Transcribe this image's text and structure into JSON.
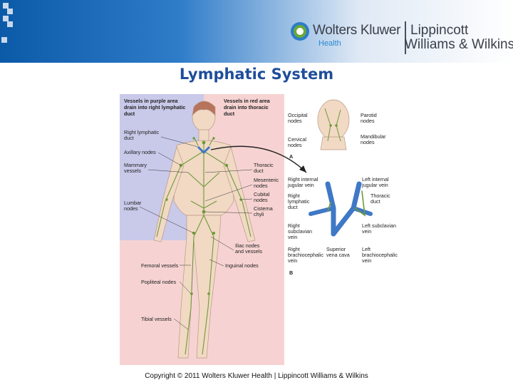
{
  "header": {
    "publisher": "Wolters Kluwer",
    "division": "Health",
    "imprint_line1": "Lippincott",
    "imprint_line2": "Williams & Wilkins",
    "colors": {
      "banner_left": "#0b5aa8",
      "globe_green": "#6aa83a",
      "globe_blue": "#2b7cc9"
    }
  },
  "slide_title": "Lymphatic System",
  "figure": {
    "panel_a": {
      "left_header": [
        "Vessels in purple area",
        "drain into right lymphatic",
        "duct"
      ],
      "right_header": [
        "Vessels in red area",
        "drain into thoracic",
        "duct"
      ],
      "labels_left": [
        [
          "Right lymphatic",
          "duct"
        ],
        [
          "Axillary nodes"
        ],
        [
          "Mammary",
          "vessels"
        ],
        [
          "Lumbar",
          "nodes"
        ],
        [
          "Femoral vessels"
        ],
        [
          "Popliteal nodes"
        ],
        [
          "Tibial vessels"
        ]
      ],
      "labels_right": [
        [
          "Thoracic",
          "duct"
        ],
        [
          "Mesenteric",
          "nodes"
        ],
        [
          "Cubital",
          "nodes"
        ],
        [
          "Cisterna",
          "chyli"
        ],
        [
          "Iliac nodes",
          "and vessels"
        ],
        [
          "Inguinal nodes"
        ]
      ]
    },
    "head_inset": {
      "labels_left": [
        [
          "Occipital",
          "nodes"
        ],
        [
          "Cervical",
          "nodes"
        ]
      ],
      "labels_right": [
        [
          "Parotid",
          "nodes"
        ],
        [
          "Mandibular",
          "nodes"
        ]
      ],
      "letter": "A"
    },
    "duct_inset": {
      "labels_left": [
        [
          "Right internal",
          "jugular vein"
        ],
        [
          "Right",
          "lymphatic",
          "duct"
        ],
        [
          "Right",
          "subclavian",
          "vein"
        ],
        [
          "Right",
          "brachiocephalic",
          "vein"
        ]
      ],
      "labels_right": [
        [
          "Left internal",
          "jugular vein"
        ],
        [
          "Thoracic",
          "duct"
        ],
        [
          "Left subclavian",
          "vein"
        ],
        [
          "Left",
          "brachiocephalic",
          "vein"
        ]
      ],
      "label_center": [
        "Superior",
        "vena cava"
      ],
      "letter": "B"
    },
    "colors": {
      "purple_area": "#c9c9ea",
      "red_area": "#f6d3d2",
      "skin": "#f1d9c4",
      "lymph": "#6f9a38",
      "vein": "#3f78c6"
    }
  },
  "footer": {
    "copyright": "Copyright © 2011 Wolters Kluwer Health | Lippincott Williams & Wilkins"
  }
}
